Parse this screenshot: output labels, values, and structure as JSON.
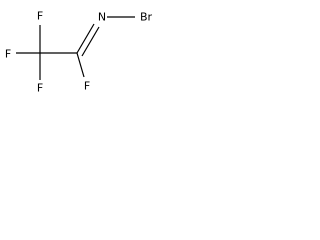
{
  "molecule": {
    "atoms": {
      "f_top": "F",
      "f_left": "F",
      "f_bottom_left": "F",
      "f_bottom_right": "F",
      "n": "N",
      "br": "Br"
    },
    "colors": {
      "ink": "#000000",
      "background": "#ffffff"
    }
  }
}
